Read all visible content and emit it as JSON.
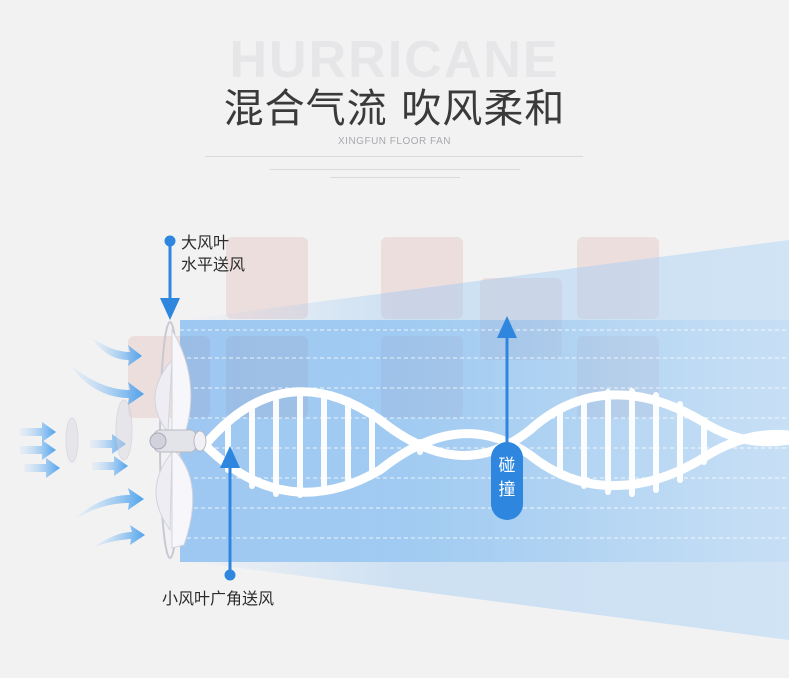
{
  "header": {
    "watermark": "HURRICANE",
    "title": "混合气流 吹风柔和",
    "subtitle": "XINGFUN FLOOR FAN"
  },
  "labels": {
    "large_blade_line1": "大风叶",
    "large_blade_line2": "水平送风",
    "small_blade": "小风叶广角送风",
    "collision_char1": "碰",
    "collision_char2": "撞"
  },
  "colors": {
    "accent_blue": "#2e86de",
    "airflow_blue": "#7fb8f0",
    "helix_white": "#ffffff",
    "headline": "#3a3a3a"
  },
  "icons": [
    "intake-arrow-icon",
    "fan-icon",
    "indicator-arrow-icon",
    "dna-helix-icon"
  ]
}
